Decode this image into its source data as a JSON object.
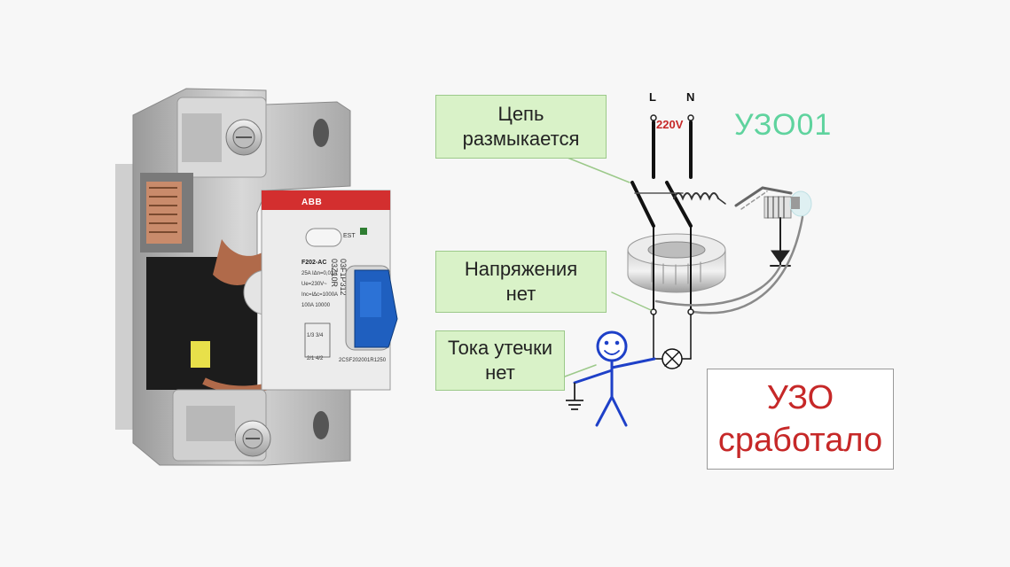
{
  "callouts": {
    "circuit": [
      "Цепь",
      "размыкается"
    ],
    "voltage": [
      "Напряжения",
      "нет"
    ],
    "leakage": [
      "Тока утечки",
      "нет"
    ]
  },
  "result": [
    "УЗО",
    "сработало"
  ],
  "device_id": "УЗО01",
  "schematic": {
    "phase": "L",
    "neutral": "N",
    "voltage": "220V"
  },
  "device": {
    "brand": "ABB",
    "button": "EST",
    "model": "F202-AC",
    "spec_lines": [
      "25A  IΔn=0,03A",
      "Ue=230V~",
      "Inc=IΔc=1000A",
      "100A  10000"
    ],
    "serial": "2CSF202001R1250",
    "side_text": [
      "03Z10R",
      "03F1P312"
    ],
    "terminal_marks": [
      "1/3  3/4",
      "2/1  4/2"
    ]
  },
  "colors": {
    "callout_fill": "#d9f2c8",
    "result_text": "#c62828",
    "id_text": "#5fd39e",
    "stick_figure": "#1e40c8",
    "brand_red": "#d32f2f",
    "button_blue": "#1f5fbf"
  }
}
